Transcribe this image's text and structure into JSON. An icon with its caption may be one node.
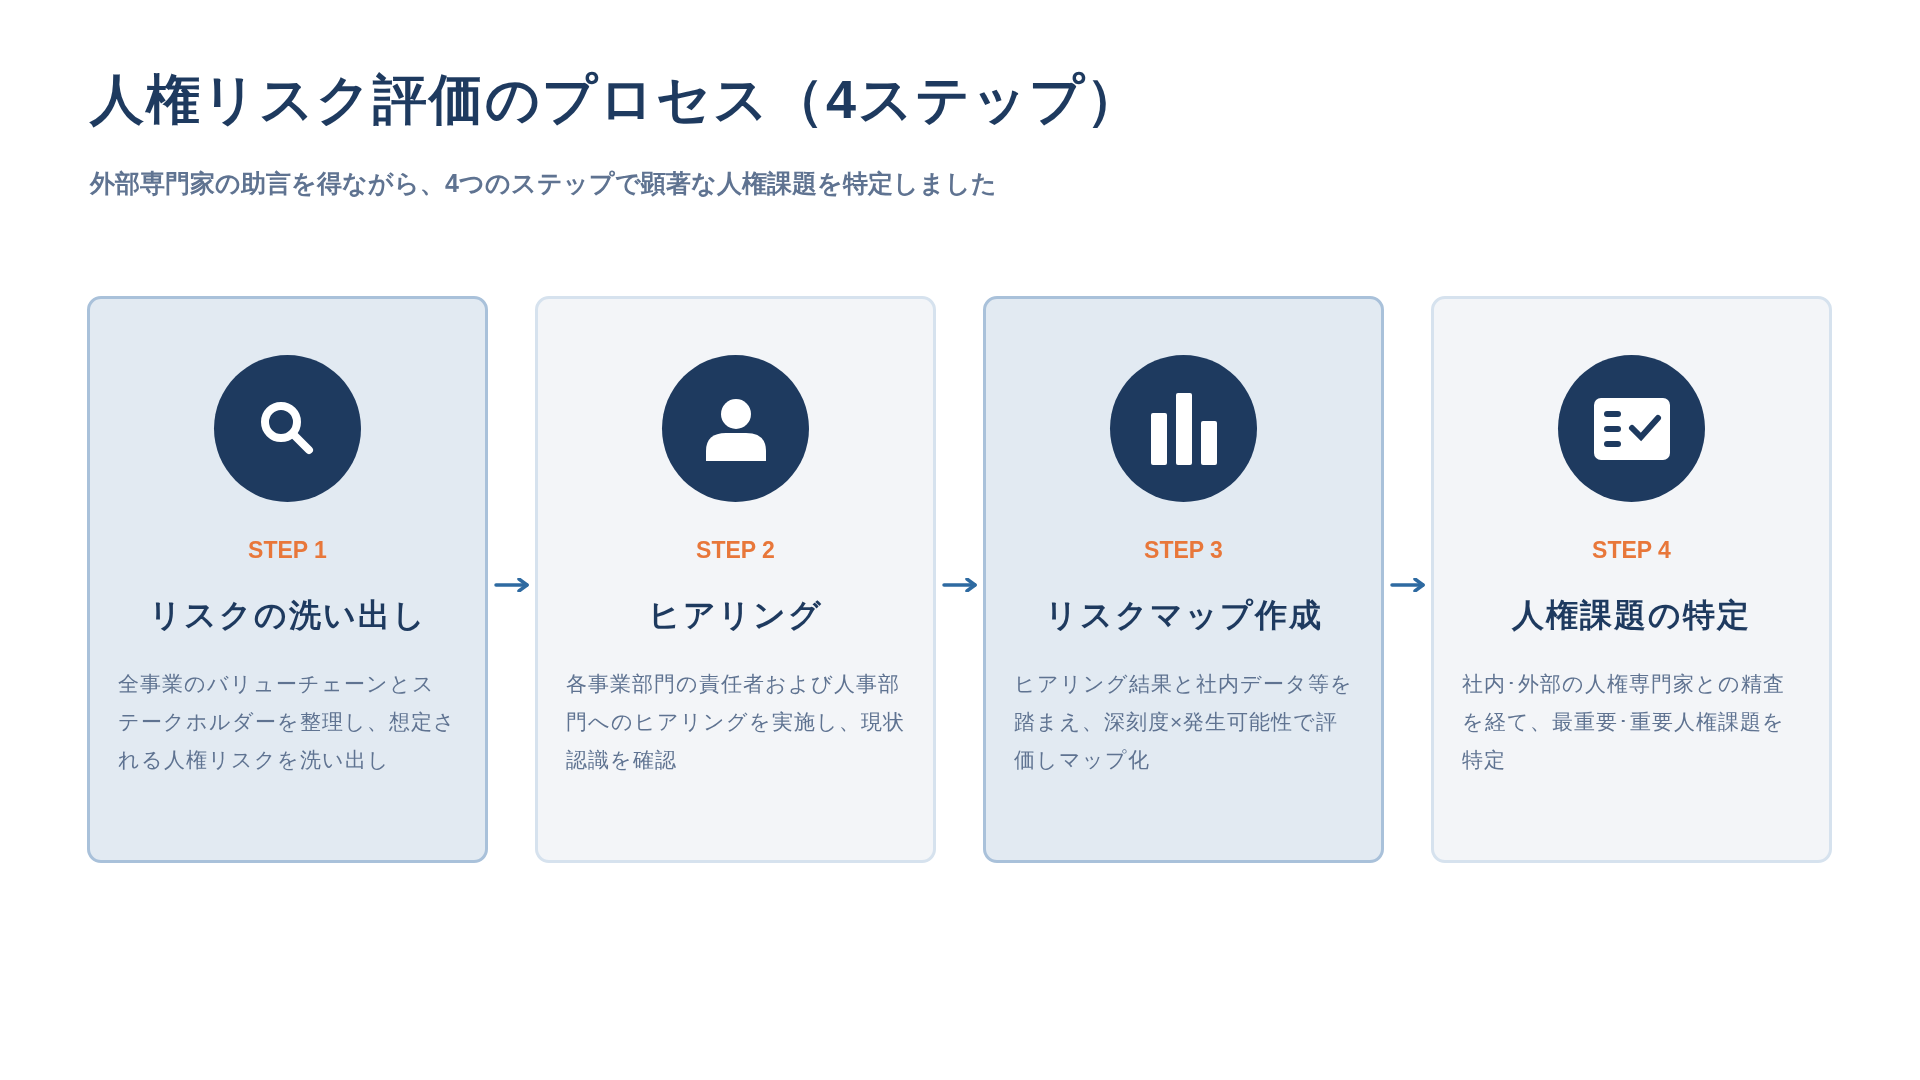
{
  "diagram": {
    "title": "人権リスク評価のプロセス（4ステップ）",
    "caption": "外部専門家の助言を得ながら、4つのステップで顕著な人権課題を特定しました",
    "nodes": [
      {
        "text": [
          "STEP 1",
          "リスクの洗い出し",
          "全事業のバリューチェーンとステークホルダーを整理し、想定される人権リスクを洗い出し"
        ]
      },
      {
        "text": [
          "STEP 2",
          "ヒアリング",
          "各事業部門の責任者および人事部門へのヒアリングを実施し、現状認識を確認"
        ]
      },
      {
        "text": [
          "STEP 3",
          "リスクマップ作成",
          "ヒアリング結果と社内データ等を踏まえ、深刻度×発生可能性で評価しマップ化"
        ]
      },
      {
        "text": [
          "STEP 4",
          "人権課題の特定",
          "社内･外部の人権専門家との精査を経て、最重要･重要人権課題を特定"
        ]
      }
    ],
    "edges": [
      {
        "from": 0,
        "to": 1,
        "arrow": "to"
      },
      {
        "from": 1,
        "to": 2,
        "arrow": "to"
      },
      {
        "from": 2,
        "to": 3,
        "arrow": "to"
      }
    ]
  }
}
